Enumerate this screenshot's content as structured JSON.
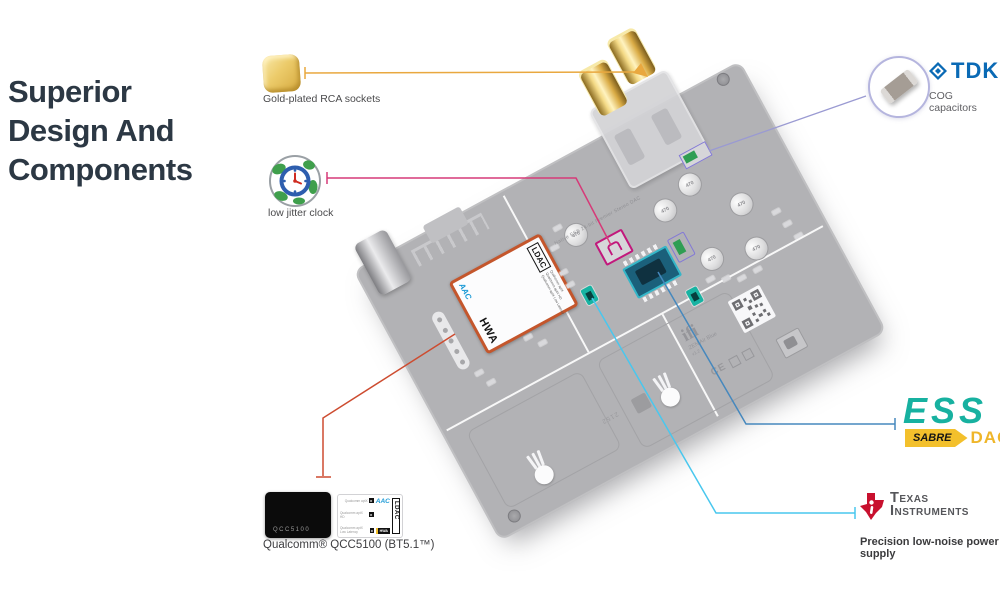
{
  "title": {
    "lines": [
      "Superior",
      "Design And",
      "Components"
    ]
  },
  "callouts": {
    "rca": {
      "label": "Gold-plated RCA sockets"
    },
    "clock": {
      "label": "low jitter clock"
    },
    "tdk": {
      "brand": "TDK",
      "label": "COG capacitors"
    },
    "ess": {
      "brand": "ESS",
      "sabre": "SABRE",
      "dac": "DAC"
    },
    "ti": {
      "brand_line1": "Texas",
      "brand_line2": "Instruments",
      "label": "Precision low-noise power supply"
    },
    "qualcomm": {
      "chip_label": "QCC5100",
      "label": "Qualcomm® QCC5100 (BT5.1™)",
      "codecs": {
        "aptx": [
          "Qualcomm aptX",
          "Qualcomm aptX HD",
          "Qualcomm aptX Low Latency"
        ],
        "aac": "AAC",
        "hwa": "HWA",
        "ldac": "LDAC"
      }
    }
  },
  "board": {
    "silkscreen": "Native ESS 24-bit Premier Stereo DAC",
    "brand": "ifi",
    "model": "ZEN Air Blue",
    "version": "v1.2",
    "code": "2152",
    "cap_label": "470",
    "ce": "CE"
  },
  "colors": {
    "title_text": "#2c3844",
    "line_gold": "#e9a83f",
    "line_pink": "#d63a78",
    "line_lavender": "#9a9ad2",
    "line_redorange": "#cd4c30",
    "line_blue": "#4688bd",
    "line_cyan": "#49c7ee",
    "tdk_blue": "#0a6ab5",
    "ess_teal": "#17b1a0",
    "sabre_yellow": "#f3c02c",
    "ti_red": "#c8102e",
    "board_gray": "#b2b2b5",
    "highlight_magenta": "#c2187c",
    "highlight_teal": "#17b3a2",
    "highlight_orange": "#c4562c"
  }
}
